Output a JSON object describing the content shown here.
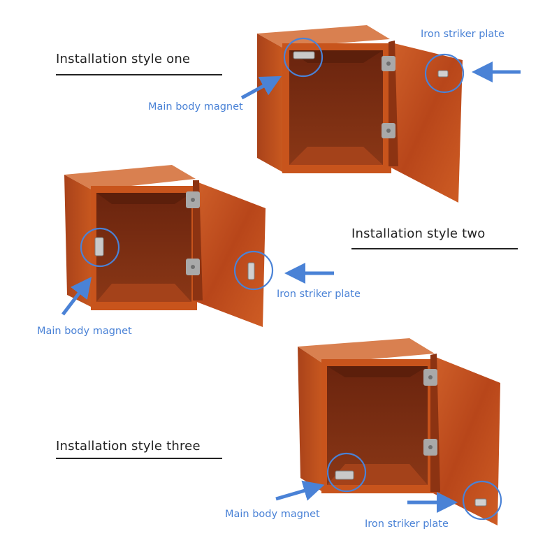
{
  "sections": [
    {
      "heading": "Installation style one",
      "magnet_label": "Main body magnet",
      "plate_label": "Iron striker plate"
    },
    {
      "heading": "Installation style two",
      "magnet_label": "Main body magnet",
      "plate_label": "Iron striker plate"
    },
    {
      "heading": "Installation style three",
      "magnet_label": "Main body magnet",
      "plate_label": "Iron striker plate"
    }
  ],
  "colors": {
    "callout_blue": "#4a82d6",
    "wood_front": "#c8541c",
    "wood_top": "#d97a45",
    "wood_interior": "#7a2c12",
    "wood_dark": "#5c1f0b",
    "door_face": "#c14f1c",
    "metal": "#b7b7b7"
  },
  "icons": [
    "cabinet-illustration",
    "arrow-icon",
    "highlight-circle-icon",
    "hinge-icon",
    "magnet-icon",
    "striker-plate-icon"
  ]
}
